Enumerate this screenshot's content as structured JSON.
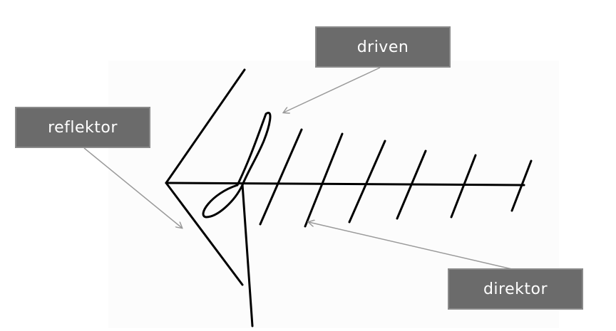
{
  "colors": {
    "label_fill": "#6b6b6b",
    "label_border": "#8a8a8a",
    "label_text": "#ffffff",
    "antenna_stroke": "#000000",
    "pointer_arrow": "#9a9a9a"
  },
  "labels": {
    "driven": "driven",
    "reflektor": "reflektor",
    "direktor": "direktor"
  }
}
